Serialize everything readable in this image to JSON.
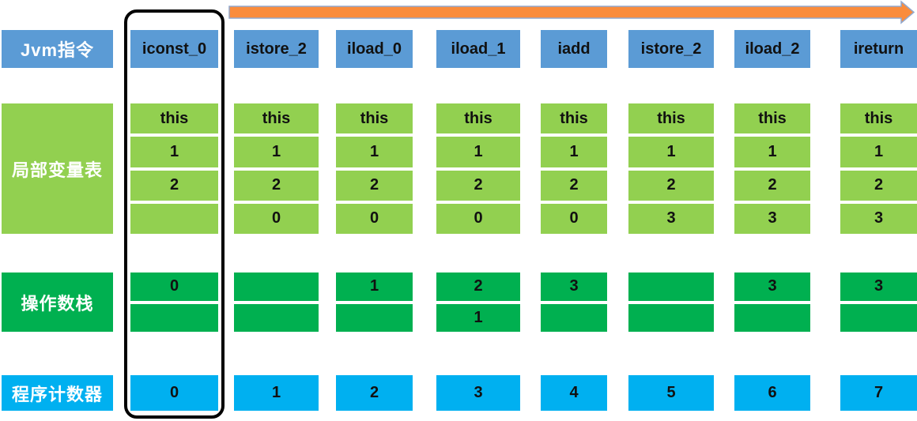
{
  "diagram": {
    "row_labels": {
      "instructions": "Jvm指令",
      "local_vars": "局部变量表",
      "operand_stack": "操作数栈",
      "program_counter": "程序计数器"
    },
    "arrow": {
      "direction": "right",
      "color": "#FA8C3C"
    },
    "colors": {
      "instruction_blue": "#5B9BD5",
      "local_vars_green": "#92D050",
      "operand_stack_green": "#00B050",
      "program_counter_cyan": "#00B0F0",
      "highlight_outline": "#000000"
    },
    "highlighted_column": "iconst_0",
    "columns": [
      {
        "instruction": "iconst_0",
        "locals": [
          "this",
          "1",
          "2",
          ""
        ],
        "stack": [
          "0",
          ""
        ],
        "pc": "0"
      },
      {
        "instruction": "istore_2",
        "locals": [
          "this",
          "1",
          "2",
          "0"
        ],
        "stack": [
          "",
          ""
        ],
        "pc": "1"
      },
      {
        "instruction": "iload_0",
        "locals": [
          "this",
          "1",
          "2",
          "0"
        ],
        "stack": [
          "1",
          ""
        ],
        "pc": "2"
      },
      {
        "instruction": "iload_1",
        "locals": [
          "this",
          "1",
          "2",
          "0"
        ],
        "stack": [
          "2",
          "1"
        ],
        "pc": "3"
      },
      {
        "instruction": "iadd",
        "locals": [
          "this",
          "1",
          "2",
          "0"
        ],
        "stack": [
          "3",
          ""
        ],
        "pc": "4"
      },
      {
        "instruction": "istore_2",
        "locals": [
          "this",
          "1",
          "2",
          "3"
        ],
        "stack": [
          "",
          ""
        ],
        "pc": "5"
      },
      {
        "instruction": "iload_2",
        "locals": [
          "this",
          "1",
          "2",
          "3"
        ],
        "stack": [
          "3",
          ""
        ],
        "pc": "6"
      },
      {
        "instruction": "ireturn",
        "locals": [
          "this",
          "1",
          "2",
          "3"
        ],
        "stack": [
          "3",
          ""
        ],
        "pc": "7"
      }
    ]
  }
}
